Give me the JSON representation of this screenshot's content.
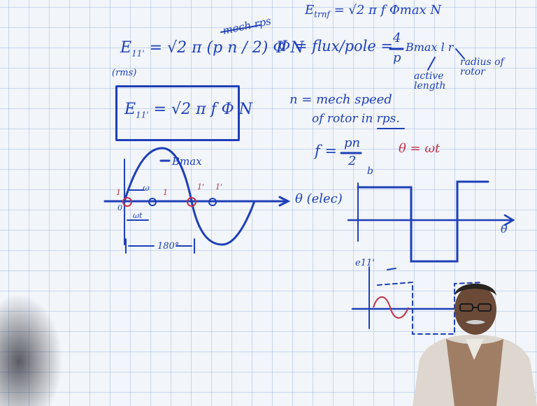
{
  "notes": {
    "eq_top_right": "E",
    "eq_top_right_sub": "trnf",
    "eq_top_right_rest": "= √2 π f Φmax N",
    "eq_main_lhs": "E",
    "eq_main_sub": "11'",
    "eq_main_rhs": "= √2 π (p n / 2) Φ N",
    "mech_rps_note": "mech rps",
    "rms_note": "(rms)",
    "boxed_eq_lhs": "E",
    "boxed_eq_sub": "11'",
    "boxed_eq_rhs": "= √2 π f Φ N",
    "phi_def": "Φ = flux/pole =",
    "phi_frac_num": "4",
    "phi_frac_den": "p",
    "phi_rest": "Bmax l r",
    "active_length": "active length",
    "radius_of_rotor": "radius of rotor",
    "n_def_line1": "n = mech speed",
    "n_def_line2": "of rotor in rps.",
    "f_lhs": "f =",
    "f_num": "pn",
    "f_den": "2",
    "theta_eq": "θ = ωt",
    "bmax_label": "Bmax",
    "theta_axis": "θ (elec)",
    "omega_label": "ω",
    "omega_t_label": "ωt",
    "angle_180": "180°",
    "b_axis_label": "b",
    "theta_axis_right": "θ",
    "e11_label": "e11'",
    "origin_label": "0",
    "coil_marks": [
      "1",
      "1",
      "1'",
      "1'"
    ]
  },
  "colors": {
    "ink_blue": "#1e3fb8",
    "ink_red": "#c0334a",
    "grid": "#78a0d7",
    "paper": "#f2f5f9"
  }
}
